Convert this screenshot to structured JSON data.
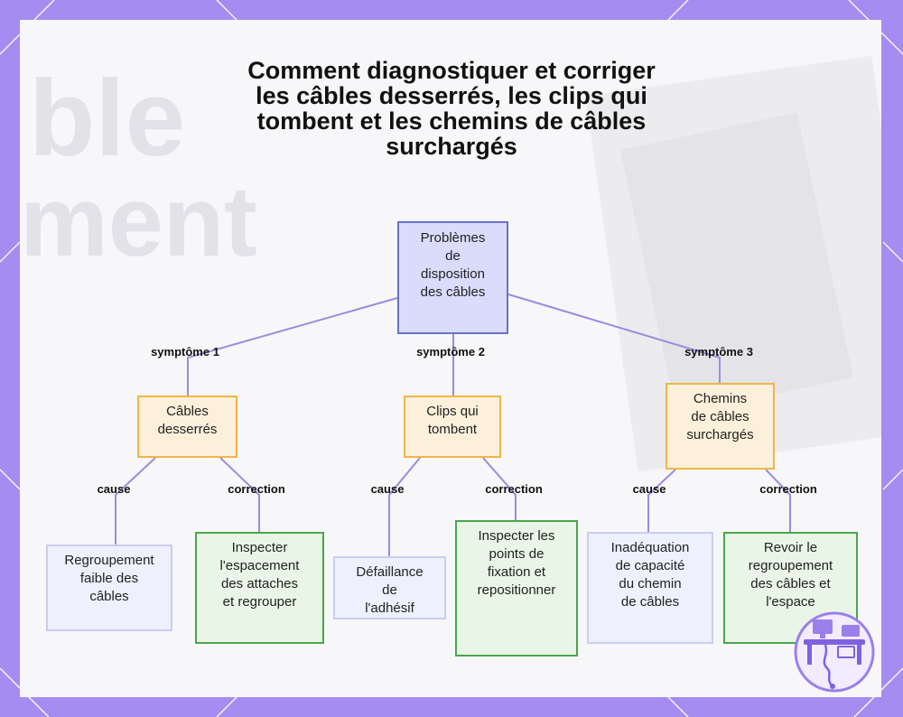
{
  "title": {
    "lines": [
      "Comment diagnostiquer et corriger",
      "les câbles desserrés, les clips qui",
      "tombent et les chemins de câbles",
      "surchargés"
    ]
  },
  "background": {
    "ghost_text": [
      "ble",
      "ment"
    ]
  },
  "root": {
    "lines": [
      "Problèmes",
      "de",
      "disposition",
      "des câbles"
    ]
  },
  "branches": [
    {
      "edge_label": "symptôme 1",
      "lines": [
        "Câbles",
        "desserrés"
      ],
      "cause": {
        "edge_label": "cause",
        "lines": [
          "Regroupement",
          "faible des",
          "câbles"
        ]
      },
      "fix": {
        "edge_label": "correction",
        "lines": [
          "Inspecter",
          "l'espacement",
          "des attaches",
          "et regrouper"
        ]
      }
    },
    {
      "edge_label": "symptôme 2",
      "lines": [
        "Clips qui",
        "tombent"
      ],
      "cause": {
        "edge_label": "cause",
        "lines": [
          "Défaillance",
          "de",
          "l'adhésif"
        ]
      },
      "fix": {
        "edge_label": "correction",
        "lines": [
          "Inspecter les",
          "points de",
          "fixation et",
          "repositionner"
        ]
      }
    },
    {
      "edge_label": "symptôme 3",
      "lines": [
        "Chemins",
        "de câbles",
        "surchargés"
      ],
      "cause": {
        "edge_label": "cause",
        "lines": [
          "Inadéquation",
          "de capacité",
          "du chemin",
          "de câbles"
        ]
      },
      "fix": {
        "edge_label": "correction",
        "lines": [
          "Revoir le",
          "regroupement",
          "des câbles et",
          "l'espace"
        ]
      }
    }
  ],
  "colors": {
    "frame": "#a48cf0",
    "edge": "#9d8ae0",
    "root_fill": "#d9dcfb",
    "symptom_border": "#f0b547",
    "fix_border": "#4aa64a"
  },
  "icons": {
    "logo": "desk-computer-cable-icon"
  }
}
